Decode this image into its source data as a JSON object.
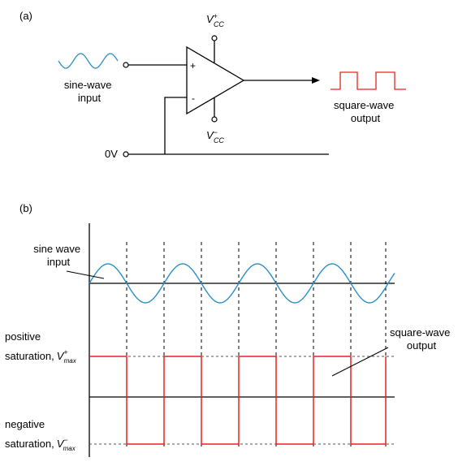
{
  "panel_a": {
    "label": "(a)",
    "vcc_pos": {
      "base": "V",
      "sub": "CC",
      "sup": "+"
    },
    "vcc_neg": {
      "base": "V",
      "sub": "CC",
      "sup": "−"
    },
    "plus_sign": "+",
    "minus_sign": "-",
    "input_label": [
      "sine-wave",
      "input"
    ],
    "ground_label": "0V",
    "output_label": [
      "square-wave",
      "output"
    ]
  },
  "panel_b": {
    "label": "(b)",
    "sine_label": [
      "sine wave",
      "input"
    ],
    "pos_sat_label": {
      "line1": "positive",
      "line2": "saturation,",
      "base": "V",
      "sub": "max",
      "sup": "+"
    },
    "neg_sat_label": {
      "line1": "negative",
      "line2": "saturation,",
      "base": "V",
      "sub": "max",
      "sup": "−"
    },
    "square_label": [
      "square-wave",
      "output"
    ]
  },
  "colors": {
    "sine": "#2a8fc7",
    "square": "#e8201e",
    "line": "#000000"
  }
}
